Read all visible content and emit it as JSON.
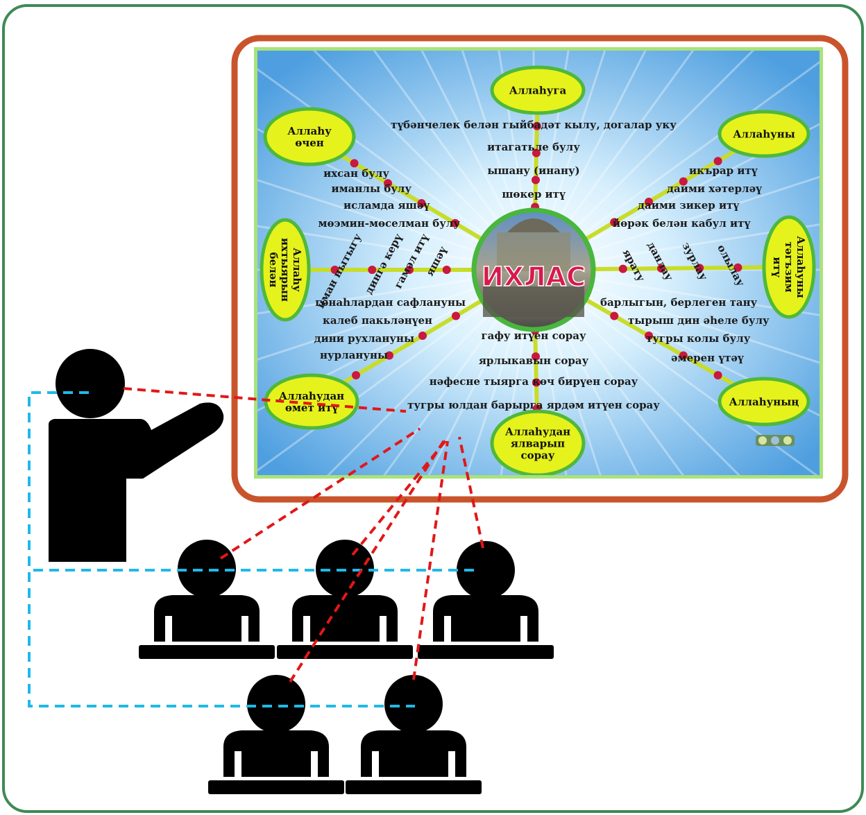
{
  "colors": {
    "outer_border": "#3d8b55",
    "screen_border": "#c9542c",
    "poster_bg": "#8fc7ef",
    "node_fill": "#e6f21c",
    "node_stroke": "#4fb83a",
    "spoke": "#c8dc2a",
    "dot": "#c8193e",
    "center_text": "#d8194f",
    "red_dash": "#e01818",
    "blue_dash": "#22b8e8",
    "silhouette": "#000000"
  },
  "poster": {
    "center": "ИХЛАС",
    "nodes": {
      "top": "Аллаһуга",
      "top_left": [
        "Аллаһу",
        "өчен"
      ],
      "top_right": "Аллаһуны",
      "left": [
        "Аллаһу",
        "ихтыярын",
        "белән"
      ],
      "right": [
        "Аллаһуны",
        "тәгъзим",
        "итү"
      ],
      "bottom_left": [
        "Аллаһудан",
        "өмет итү"
      ],
      "bottom": [
        "Аллаһудан",
        "ялварып",
        "сорау"
      ],
      "bottom_right": "Аллаһуның"
    },
    "phrases": {
      "top": [
        "түбәнчелек белән гыйбадәт кылу, догалар уку",
        "итагатьле булу",
        "ышану (инану)",
        "шөкер итү"
      ],
      "top_left": [
        "ихсан булу",
        "иманлы булу",
        "исламда яшәү",
        "мөэмин-мөселман булу"
      ],
      "top_right": [
        "икърар итү",
        "даими хәтерләү",
        "даими зикер итү",
        "йөрәк белән кабул итү"
      ],
      "left": [
        "иман нытыгу",
        "дингә керү",
        "гамәл итү",
        "яшәү"
      ],
      "right": [
        "ярату",
        "данлау",
        "зурлау",
        "олылау"
      ],
      "bottom_left": [
        "гөнаһлардан сафлануны",
        "калеб пакьләнүен",
        "дини рухлануны",
        "нурлануны"
      ],
      "bottom": [
        "гафу итүен сорау",
        "ярлыкавын сорау",
        "нәфесне тыярга көч бирүен сорау",
        "тугры юлдан барырга ярдәм итүен сорау"
      ],
      "bottom_right": [
        "барлыгын, берлеген тану",
        "тырыш дин әһеле булу",
        "тугры колы булу",
        "әмерен үтәү"
      ]
    }
  }
}
